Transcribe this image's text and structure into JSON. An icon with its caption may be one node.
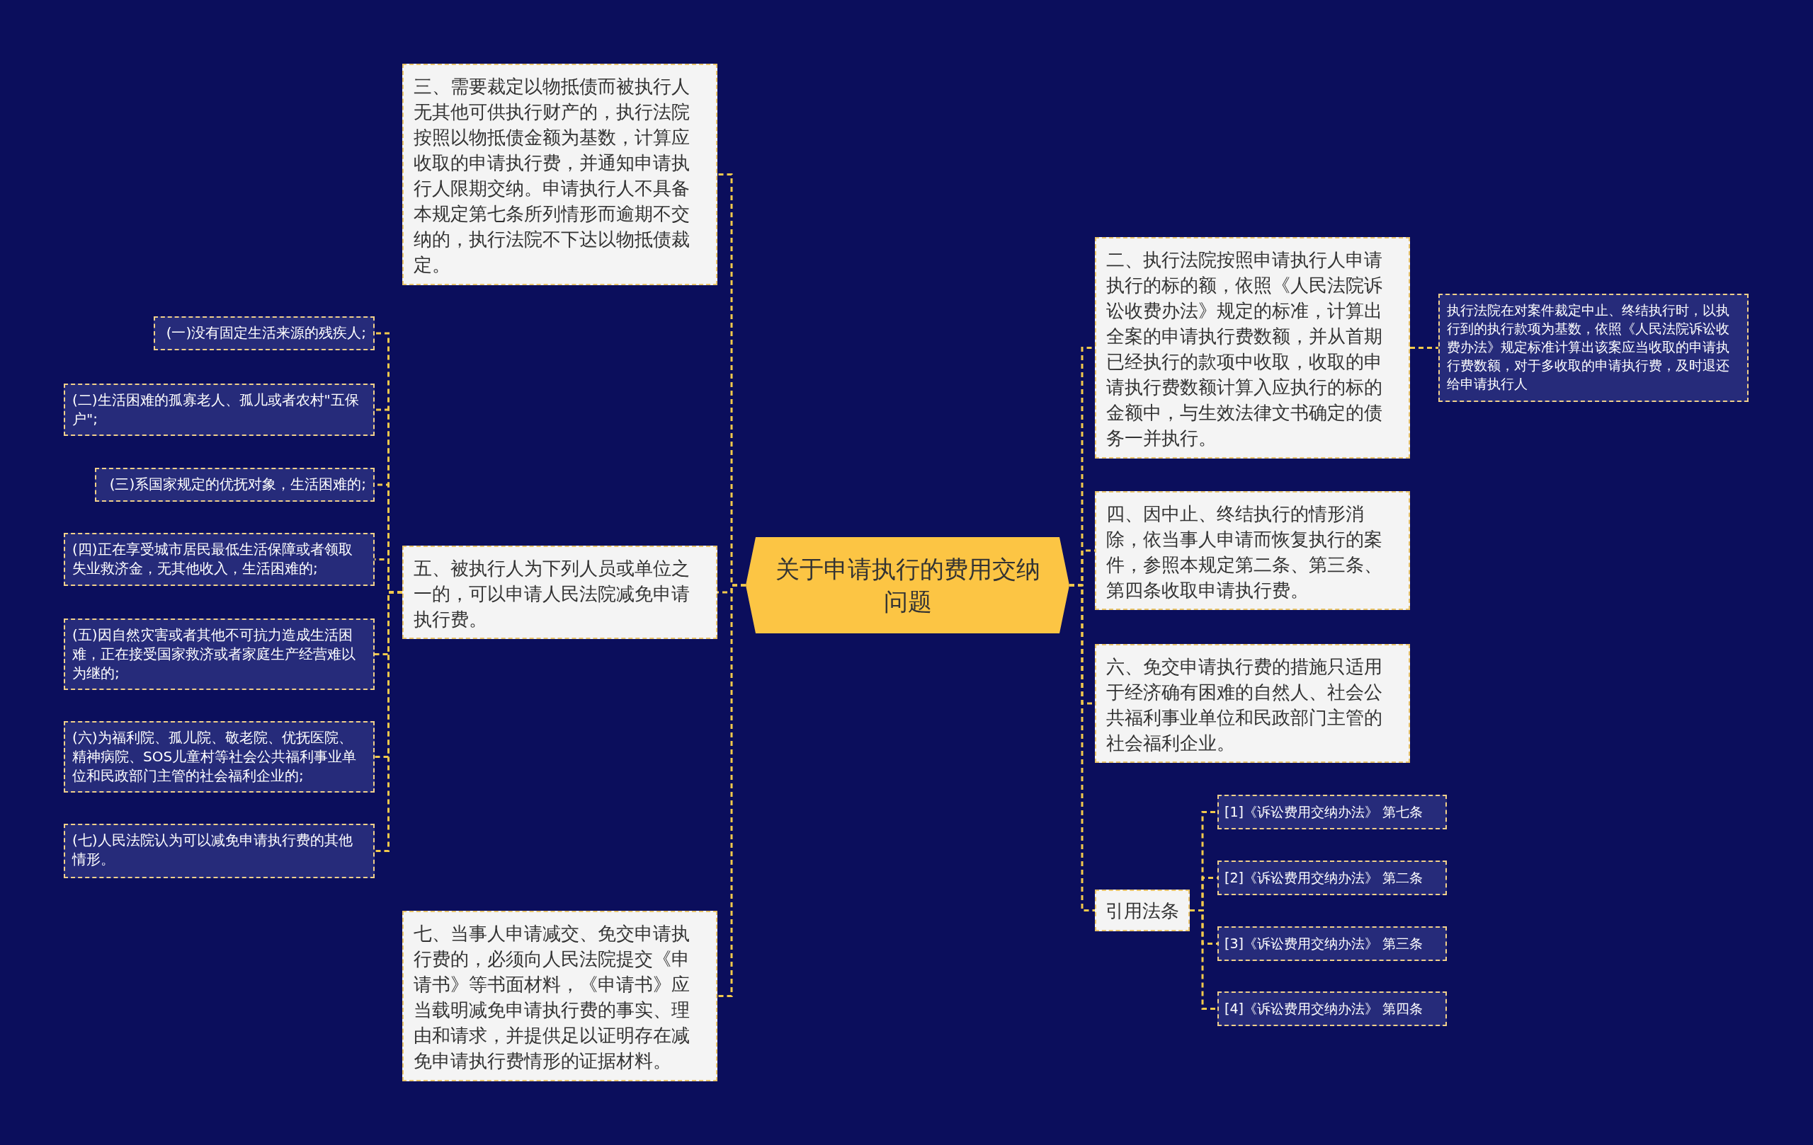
{
  "diagram": {
    "nodes": [
      {
        "text": [
          "关于申请执行的费用交纳问题"
        ]
      },
      {
        "text": [
          "三、需要裁定以物抵债而被执行人无其他可供执行财产的，执行法院按照以物抵债金额为基数，计算应收取的申请执行费，并通知申请执行人限期交纳。申请执行人不具备本规定第七条所列情形而逾期不交纳的，执行法院不下达以物抵债裁定。"
        ]
      },
      {
        "text": [
          "五、被执行人为下列人员或单位之一的，可以申请人民法院减免申请执行费。"
        ]
      },
      {
        "text": [
          "(一)没有固定生活来源的残疾人;"
        ]
      },
      {
        "text": [
          "(二)生活困难的孤寡老人、孤儿或者农村\"五保户\";"
        ]
      },
      {
        "text": [
          "(三)系国家规定的优抚对象，生活困难的;"
        ]
      },
      {
        "text": [
          "(四)正在享受城市居民最低生活保障或者领取失业救济金，无其他收入，生活困难的;"
        ]
      },
      {
        "text": [
          "(五)因自然灾害或者其他不可抗力造成生活困难，正在接受国家救济或者家庭生产经营难以为继的;"
        ]
      },
      {
        "text": [
          "(六)为福利院、孤儿院、敬老院、优抚医院、精神病院、SOS儿童村等社会公共福利事业单位和民政部门主管的社会福利企业的;"
        ]
      },
      {
        "text": [
          "(七)人民法院认为可以减免申请执行费的其他情形。"
        ]
      },
      {
        "text": [
          "七、当事人申请减交、免交申请执行费的，必须向人民法院提交《申请书》等书面材料，《申请书》应当载明减免申请执行费的事实、理由和请求，并提供足以证明存在减免申请执行费情形的证据材料。"
        ]
      },
      {
        "text": [
          "二、执行法院按照申请执行人申请执行的标的额，依照《人民法院诉讼收费办法》规定的标准，计算出全案的申请执行费数额，并从首期已经执行的款项中收取，收取的申请执行费数额计算入应执行的标的金额中，与生效法律文书确定的债务一并执行。"
        ]
      },
      {
        "text": [
          "执行法院在对案件裁定中止、终结执行时，以执行到的执行款项为基数，依照《人民法院诉讼收费办法》规定标准计算出该案应当收取的申请执行费数额，对于多收取的申请执行费，及时退还给申请执行人"
        ]
      },
      {
        "text": [
          "四、因中止、终结执行的情形消除，依当事人申请而恢复执行的案件，参照本规定第二条、第三条、第四条收取申请执行费。"
        ]
      },
      {
        "text": [
          "六、免交申请执行费的措施只适用于经济确有困难的自然人、社会公共福利事业单位和民政部门主管的社会福利企业。"
        ]
      },
      {
        "text": [
          "引用法条"
        ]
      },
      {
        "text": [
          "[1]《诉讼费用交纳办法》 第七条"
        ]
      },
      {
        "text": [
          "[2]《诉讼费用交纳办法》 第二条"
        ]
      },
      {
        "text": [
          "[3]《诉讼费用交纳办法》 第三条"
        ]
      },
      {
        "text": [
          "[4]《诉讼费用交纳办法》 第四条"
        ]
      }
    ],
    "edges": [
      {
        "from": 0,
        "to": 1,
        "arrow": "none"
      },
      {
        "from": 0,
        "to": 2,
        "arrow": "none"
      },
      {
        "from": 0,
        "to": 10,
        "arrow": "none"
      },
      {
        "from": 0,
        "to": 11,
        "arrow": "none"
      },
      {
        "from": 0,
        "to": 13,
        "arrow": "none"
      },
      {
        "from": 0,
        "to": 14,
        "arrow": "none"
      },
      {
        "from": 0,
        "to": 15,
        "arrow": "none"
      },
      {
        "from": 2,
        "to": 3,
        "arrow": "none"
      },
      {
        "from": 2,
        "to": 4,
        "arrow": "none"
      },
      {
        "from": 2,
        "to": 5,
        "arrow": "none"
      },
      {
        "from": 2,
        "to": 6,
        "arrow": "none"
      },
      {
        "from": 2,
        "to": 7,
        "arrow": "none"
      },
      {
        "from": 2,
        "to": 8,
        "arrow": "none"
      },
      {
        "from": 2,
        "to": 9,
        "arrow": "none"
      },
      {
        "from": 11,
        "to": 12,
        "arrow": "none"
      },
      {
        "from": 15,
        "to": 16,
        "arrow": "none"
      },
      {
        "from": 15,
        "to": 17,
        "arrow": "none"
      },
      {
        "from": 15,
        "to": 18,
        "arrow": "none"
      },
      {
        "from": 15,
        "to": 19,
        "arrow": "none"
      }
    ]
  }
}
